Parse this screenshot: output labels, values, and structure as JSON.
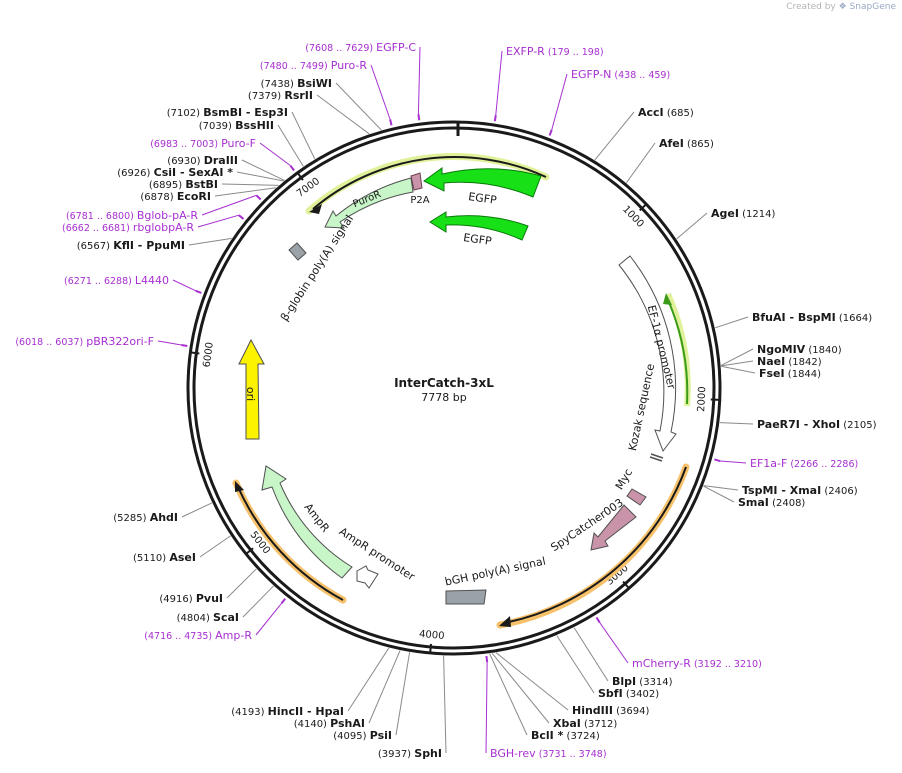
{
  "credit": {
    "prefix": "Created by",
    "brand": "SnapGene"
  },
  "plasmid": {
    "name": "InterCatch-3xL",
    "length_label": "7778 bp",
    "length": 7778
  },
  "colors": {
    "primer": "#a72fd0",
    "egfp": "#17e017",
    "ef1a": "#ffffff",
    "misc": "#c993aa",
    "polyA": "#9aa2a8",
    "ori": "#fcf300",
    "ampR": "#c8f6c8",
    "highlight_orange": "#f6c16a",
    "highlight_yellow": "#dff29a"
  },
  "ticks": [
    {
      "pos": 1000,
      "label": "1000"
    },
    {
      "pos": 2000,
      "label": "2000"
    },
    {
      "pos": 3000,
      "label": "3000"
    },
    {
      "pos": 4000,
      "label": "4000"
    },
    {
      "pos": 5000,
      "label": "5000"
    },
    {
      "pos": 6000,
      "label": "6000"
    },
    {
      "pos": 7000,
      "label": "7000"
    }
  ],
  "enzymes": [
    {
      "name": "AccI",
      "num": "(685)"
    },
    {
      "name": "AfeI",
      "num": "(865)"
    },
    {
      "name": "AgeI",
      "num": "(1214)"
    },
    {
      "name": "BfuAI",
      "suffix": "- BspMI",
      "num": "(1664)"
    },
    {
      "name": "NgoMIV",
      "num": "(1840)"
    },
    {
      "name": "NaeI",
      "num": "(1842)"
    },
    {
      "name": "FseI",
      "num": "(1844)"
    },
    {
      "name": "PaeR7I",
      "suffix": "- XhoI",
      "num": "(2105)"
    },
    {
      "name": "TspMI",
      "suffix": "- XmaI",
      "num": "(2406)"
    },
    {
      "name": "SmaI",
      "num": "(2408)"
    },
    {
      "name": "BlpI",
      "num": "(3314)"
    },
    {
      "name": "SbfI",
      "num": "(3402)"
    },
    {
      "name": "HindIII",
      "num": "(3694)"
    },
    {
      "name": "XbaI",
      "num": "(3712)"
    },
    {
      "name": "BclI *",
      "num": "(3724)"
    },
    {
      "name": "SphI",
      "num": "(3937)"
    },
    {
      "name": "PsiI",
      "num": "(4095)"
    },
    {
      "name": "PshAI",
      "num": "(4140)"
    },
    {
      "name": "HincII",
      "suffix": "- HpaI",
      "num": "(4193)"
    },
    {
      "name": "ScaI",
      "num": "(4804)"
    },
    {
      "name": "PvuI",
      "num": "(4916)"
    },
    {
      "name": "AseI",
      "num": "(5110)"
    },
    {
      "name": "AhdI",
      "num": "(5285)"
    },
    {
      "name": "KflI",
      "suffix": "- PpuMI",
      "num": "(6567)"
    },
    {
      "name": "EcoRI",
      "num": "(6878)"
    },
    {
      "name": "BstBI",
      "num": "(6895)"
    },
    {
      "name": "CsiI",
      "suffix": "- SexAI *",
      "num": "(6926)"
    },
    {
      "name": "DraIII",
      "num": "(6930)"
    },
    {
      "name": "BssHII",
      "num": "(7039)"
    },
    {
      "name": "BsmBI",
      "suffix": "- Esp3I",
      "num": "(7102)"
    },
    {
      "name": "RsrII",
      "num": "(7379)"
    },
    {
      "name": "BsiWI",
      "num": "(7438)"
    }
  ],
  "primers": [
    {
      "name": "EXFP-R",
      "range": "(179 .. 198)"
    },
    {
      "name": "EGFP-N",
      "range": "(438 .. 459)"
    },
    {
      "name": "EF1a-F",
      "range": "(2266 .. 2286)"
    },
    {
      "name": "mCherry-R",
      "range": "(3192 .. 3210)"
    },
    {
      "name": "BGH-rev",
      "range": "(3731 .. 3748)"
    },
    {
      "name": "Amp-R",
      "range": "(4716 .. 4735)"
    },
    {
      "name": "pBR322ori-F",
      "range": "(6018 .. 6037)"
    },
    {
      "name": "L4440",
      "range": "(6271 .. 6288)"
    },
    {
      "name": "rbglobpA-R",
      "range": "(6662 .. 6681)"
    },
    {
      "name": "Bglob-pA-R",
      "range": "(6781 .. 6800)"
    },
    {
      "name": "Puro-F",
      "range": "(6983 .. 7003)"
    },
    {
      "name": "Puro-R",
      "range": "(7480 .. 7499)"
    },
    {
      "name": "EGFP-C",
      "range": "(7608 .. 7629)"
    }
  ],
  "features": [
    {
      "name": "EGFP"
    },
    {
      "name": "EGFP"
    },
    {
      "name": "P2A"
    },
    {
      "name": "PuroR"
    },
    {
      "name": "β-globin poly(A) signal"
    },
    {
      "name": "EF-1α promoter"
    },
    {
      "name": "Kozak sequence"
    },
    {
      "name": "Myc"
    },
    {
      "name": "SpyCatcher003"
    },
    {
      "name": "bGH poly(A) signal"
    },
    {
      "name": "AmpR promoter"
    },
    {
      "name": "AmpR"
    },
    {
      "name": "ori"
    }
  ]
}
